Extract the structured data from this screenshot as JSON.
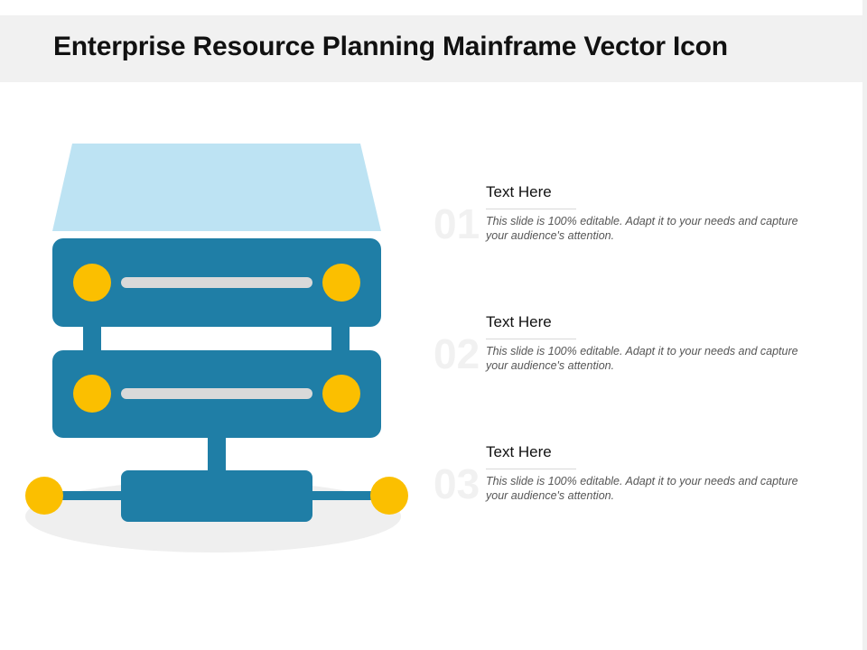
{
  "title": "Enterprise Resource Planning Mainframe Vector Icon",
  "colors": {
    "screen": "#bde3f3",
    "server": "#1f7ea6",
    "light": "#fbbf00",
    "slot": "#d9d9d9",
    "shadow": "#efefef",
    "number": "#f1f1f1"
  },
  "icon": {
    "name": "mainframe-server-icon"
  },
  "items": [
    {
      "number": "01",
      "heading": "Text Here",
      "body": "This slide is 100% editable. Adapt it to your needs and capture your audience's attention."
    },
    {
      "number": "02",
      "heading": "Text Here",
      "body": "This slide is 100% editable. Adapt it to your needs and capture your audience's attention."
    },
    {
      "number": "03",
      "heading": "Text Here",
      "body": "This slide is 100% editable. Adapt it to your needs and capture your audience's attention."
    }
  ]
}
